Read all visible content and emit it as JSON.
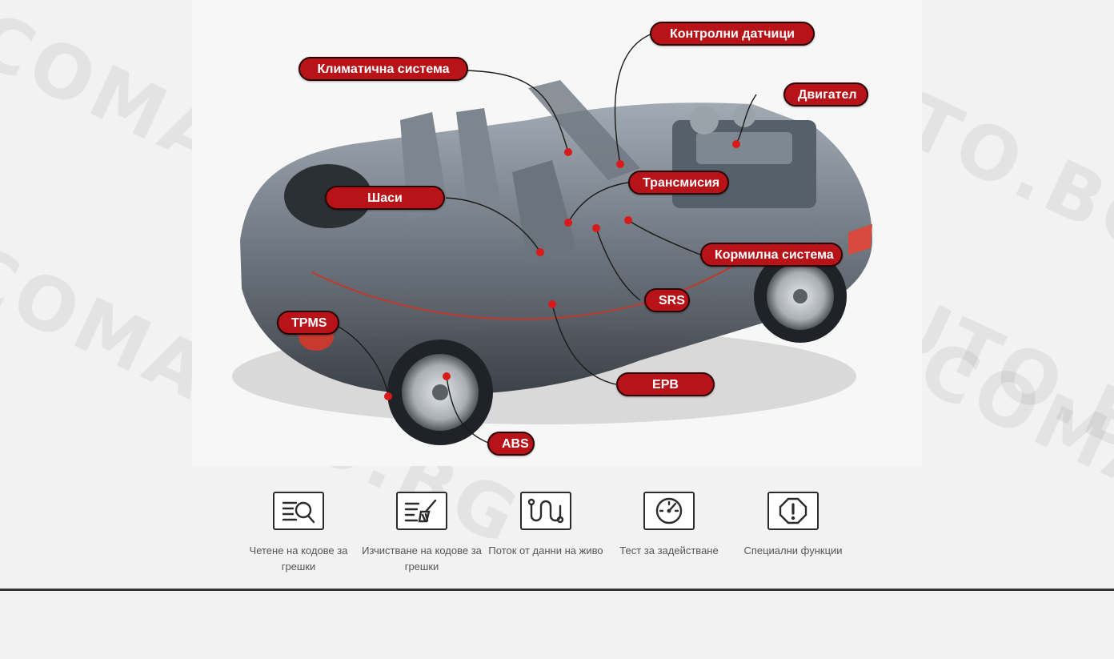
{
  "watermark": "COMAUTO.BG",
  "callouts": {
    "sensors": "Контролни датчици",
    "climate": "Климатична система",
    "engine": "Двигател",
    "transmission": "Трансмисия",
    "chassis": "Шаси",
    "steering": "Кормилна система",
    "srs": "SRS",
    "tpms": "TPMS",
    "epb": "EPB",
    "abs": "ABS"
  },
  "features": [
    {
      "icon": "read-codes-icon",
      "label": "Четене на кодове за грешки"
    },
    {
      "icon": "clear-codes-icon",
      "label": "Изчистване на кодове за грешки"
    },
    {
      "icon": "live-data-icon",
      "label": "Поток от данни на живо"
    },
    {
      "icon": "gauge-icon",
      "label": "Тест за задействане"
    },
    {
      "icon": "warning-icon",
      "label": "Специални функции"
    }
  ],
  "colors": {
    "accent": "#b81318",
    "background": "#f2f2f2"
  }
}
